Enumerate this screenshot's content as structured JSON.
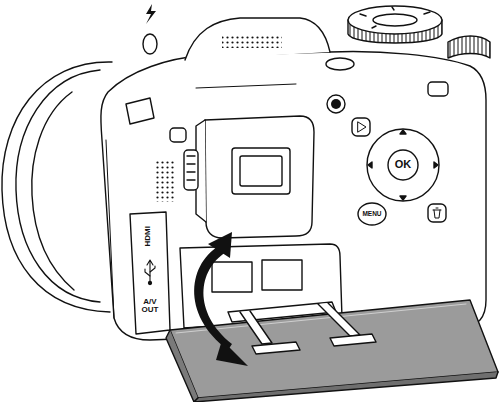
{
  "diagram": {
    "labels": [
      "HDMI",
      "A/V OUT",
      "OK",
      "MENU"
    ]
  }
}
